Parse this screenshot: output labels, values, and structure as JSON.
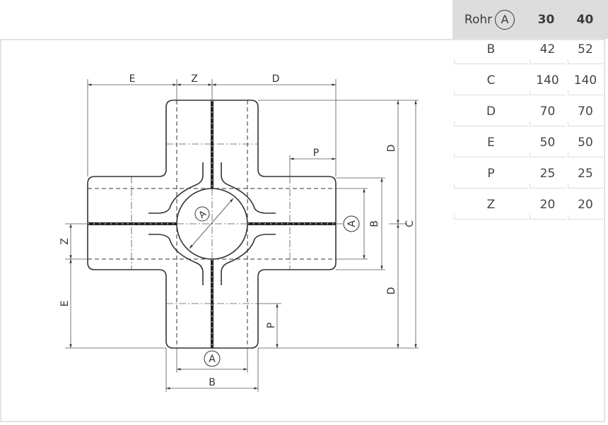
{
  "table": {
    "header": {
      "label": "Rohr",
      "symbol": "A",
      "col1": "30",
      "col2": "40"
    },
    "rows": [
      {
        "name": "B",
        "v30": "42",
        "v40": "52"
      },
      {
        "name": "C",
        "v30": "140",
        "v40": "140"
      },
      {
        "name": "D",
        "v30": "70",
        "v40": "70"
      },
      {
        "name": "E",
        "v30": "50",
        "v40": "50"
      },
      {
        "name": "P",
        "v30": "25",
        "v40": "25"
      },
      {
        "name": "Z",
        "v30": "20",
        "v40": "20"
      }
    ]
  },
  "drawing": {
    "labels": {
      "top_E": "E",
      "top_Z": "Z",
      "top_D": "D",
      "right_D_upper": "D",
      "right_D_lower": "D",
      "right_P": "P",
      "right_B": "B",
      "right_C": "C",
      "right_A": "A",
      "left_Z": "Z",
      "left_E": "E",
      "bottom_P": "P",
      "bottom_A": "A",
      "bottom_B": "B",
      "center_A": "A"
    }
  }
}
